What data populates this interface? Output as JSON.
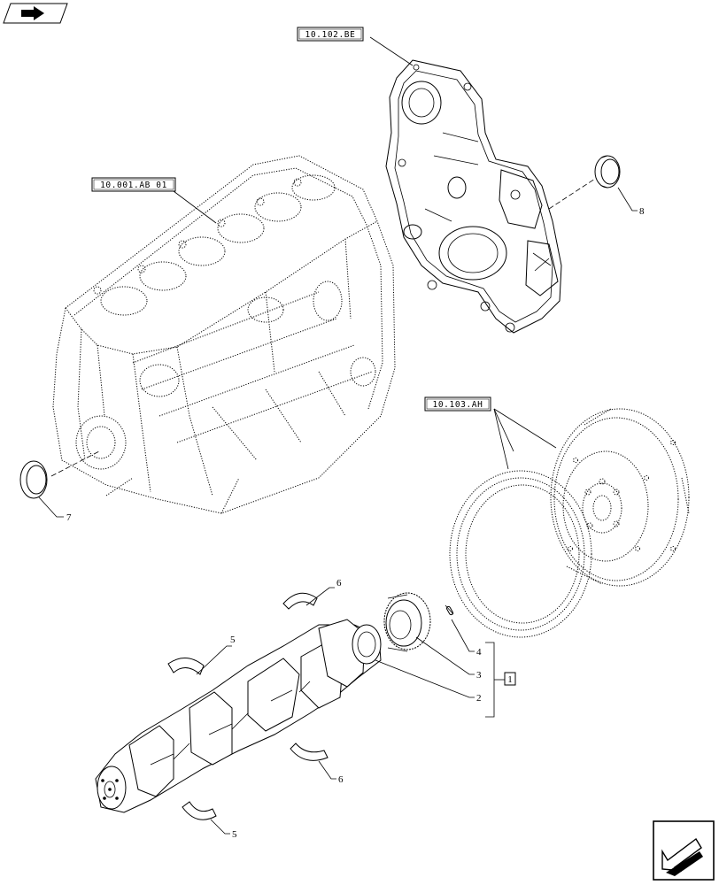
{
  "refs": {
    "timing_cover": "10.102.BE",
    "engine_block": "10.001.AB 01",
    "flywheel": "10.103.AH"
  },
  "callouts": {
    "c1": "1",
    "c2": "2",
    "c3": "3",
    "c4": "4",
    "c5a": "5",
    "c5b": "5",
    "c6a": "6",
    "c6b": "6",
    "c7": "7",
    "c8": "8"
  },
  "icons": {
    "top_left": "navigation-arrow-icon",
    "bottom_right": "next-page-arrow-icon"
  }
}
